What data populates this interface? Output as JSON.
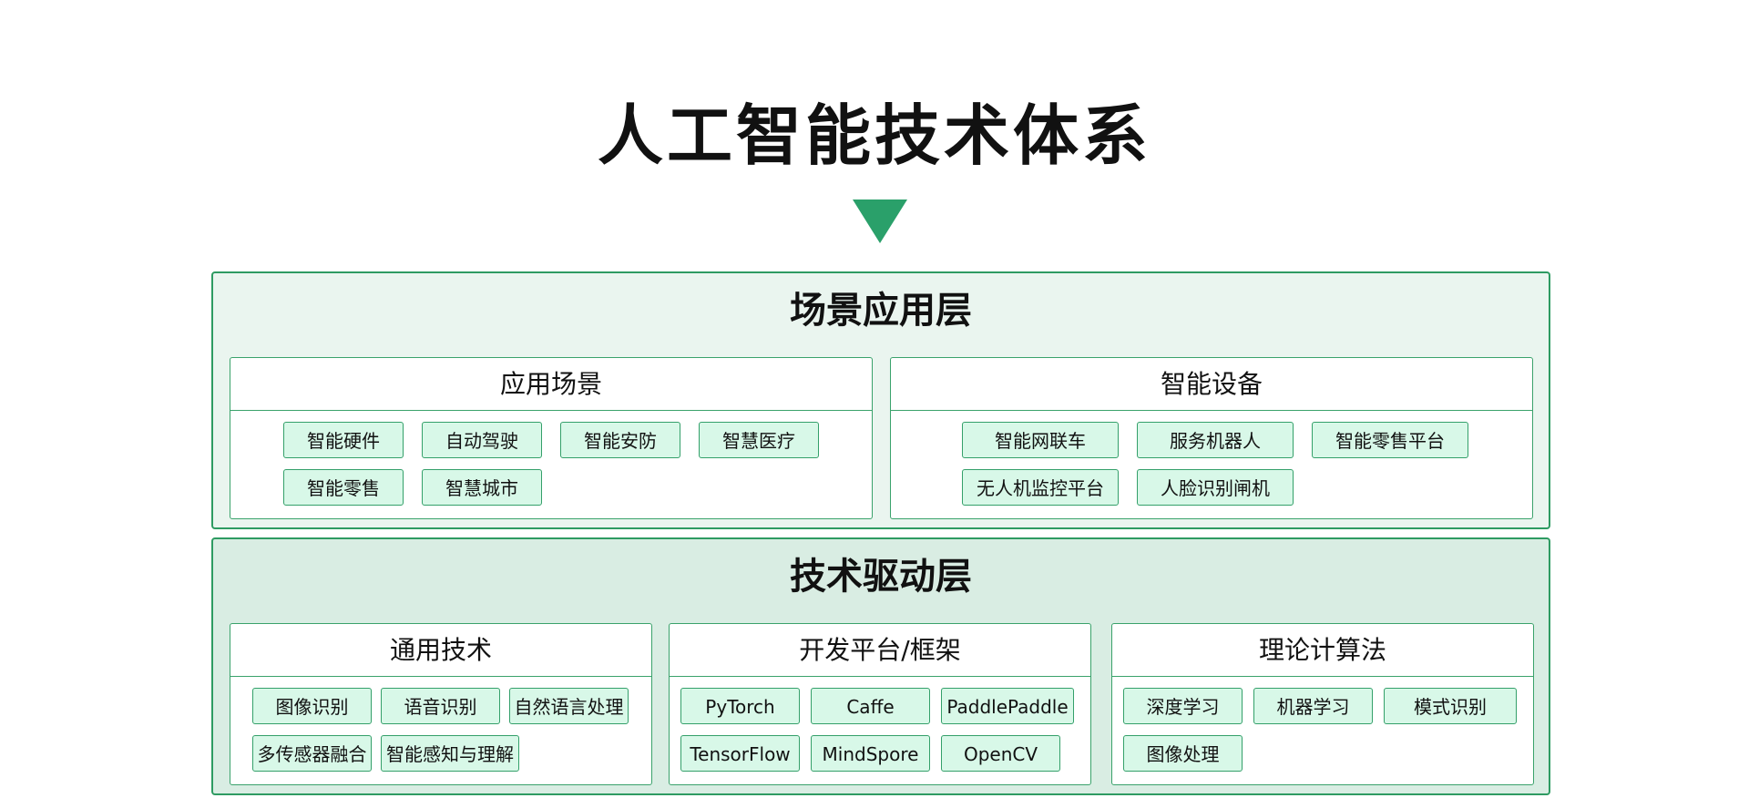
{
  "title": "人工智能技术体系",
  "colors": {
    "accent": "#2aa06a",
    "chip_bg": "#d8f8e8",
    "layer1_bg": "#eaf5ef",
    "layer2_bg": "#d9ede3"
  },
  "layers": [
    {
      "title": "场景应用层",
      "panels": [
        {
          "title": "应用场景",
          "items": [
            "智能硬件",
            "自动驾驶",
            "智能安防",
            "智慧医疗",
            "智能零售",
            "智慧城市"
          ]
        },
        {
          "title": "智能设备",
          "items": [
            "智能网联车",
            "服务机器人",
            "智能零售平台",
            "无人机监控平台",
            "人脸识别闸机"
          ]
        }
      ]
    },
    {
      "title": "技术驱动层",
      "panels": [
        {
          "title": "通用技术",
          "items": [
            "图像识别",
            "语音识别",
            "自然语言处理",
            "多传感器融合",
            "智能感知与理解"
          ]
        },
        {
          "title": "开发平台/框架",
          "items": [
            "PyTorch",
            "Caffe",
            "PaddlePaddle",
            "TensorFlow",
            "MindSpore",
            "OpenCV"
          ]
        },
        {
          "title": "理论计算法",
          "items": [
            "深度学习",
            "机器学习",
            "模式识别",
            "图像处理"
          ]
        }
      ]
    }
  ]
}
